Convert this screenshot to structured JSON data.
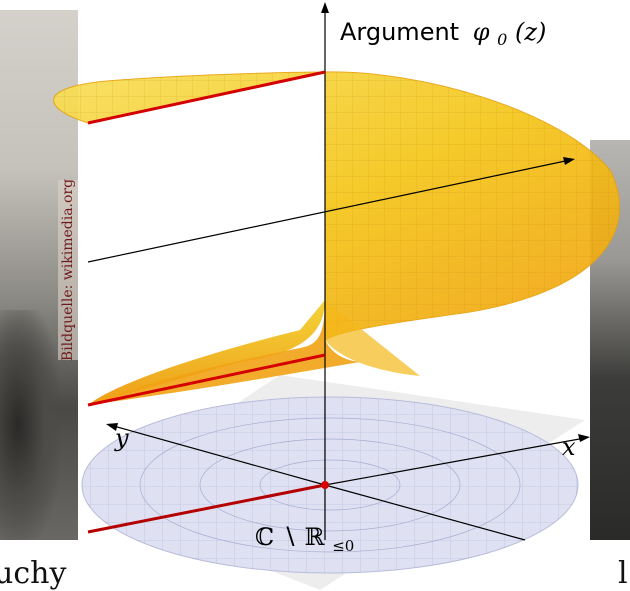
{
  "figure": {
    "axis_title_word": "Argument",
    "axis_title_symbol": "φ",
    "axis_title_subscript": "0",
    "axis_title_arg": "(z)",
    "x_label": "x",
    "y_label": "y",
    "domain_label": "ℂ ∖ ℝ",
    "domain_subscript": "≤0",
    "credit": "Bildquelle: wikimedia.org",
    "caption_left": "uchy",
    "caption_right": "l"
  },
  "colors": {
    "surface_fill": "#f5c518",
    "surface_edge": "#e8a30d",
    "branch_cut": "#d40000",
    "plane_fill": "#d9dcf0",
    "plane_grid": "#9aa0c8",
    "axis": "#000000",
    "credit_text": "#6e1a1a"
  }
}
